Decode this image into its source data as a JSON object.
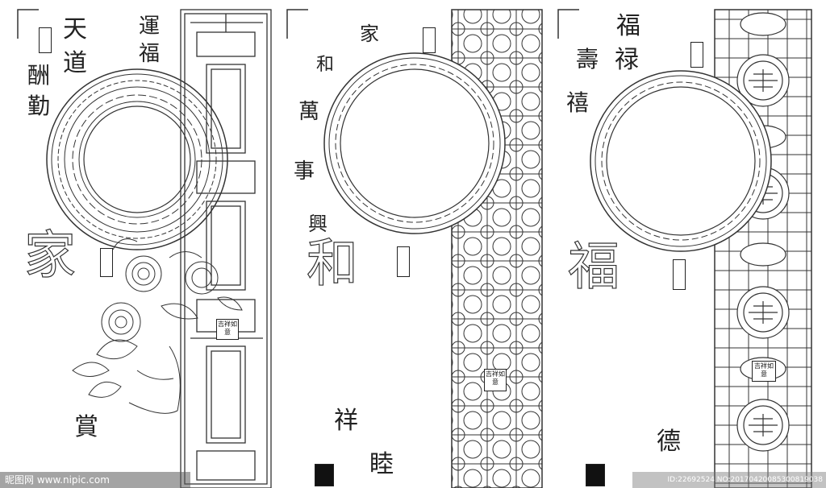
{
  "panels": [
    {
      "id": "panel-family",
      "calligraphy": {
        "small": [
          "天",
          "道",
          "酬",
          "勤",
          "運",
          "福",
          "賞"
        ],
        "big": "家"
      },
      "seal_text": "吉祥如意"
    },
    {
      "id": "panel-harmony",
      "calligraphy": {
        "small": [
          "家",
          "和",
          "萬",
          "事",
          "興",
          "祥",
          "睦"
        ],
        "big": "和"
      },
      "seal_text": "吉祥如意"
    },
    {
      "id": "panel-fortune",
      "calligraphy": {
        "small": [
          "福",
          "禄",
          "壽",
          "禧",
          "德"
        ],
        "big": "福"
      },
      "seal_text": "吉祥如意"
    }
  ],
  "watermark": {
    "left": "昵图网 www.nipic.com",
    "right": "ID:22692524 NO:20170420085300819038"
  }
}
